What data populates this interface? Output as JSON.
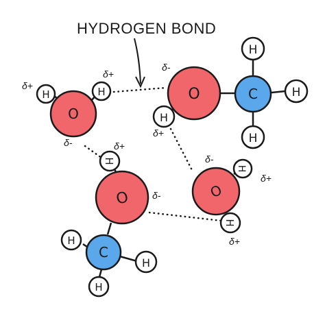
{
  "title": "HYDROGEN BOND",
  "colors": {
    "oxygen": "#f1666b",
    "carbon": "#5aa7ec",
    "hydrogen": "#ffffff",
    "outline": "#1a1a1a"
  },
  "atom_labels": {
    "oxygen": "O",
    "carbon": "C",
    "hydrogen": "H"
  },
  "charges": {
    "positive": "δ+",
    "negative": "δ-"
  }
}
